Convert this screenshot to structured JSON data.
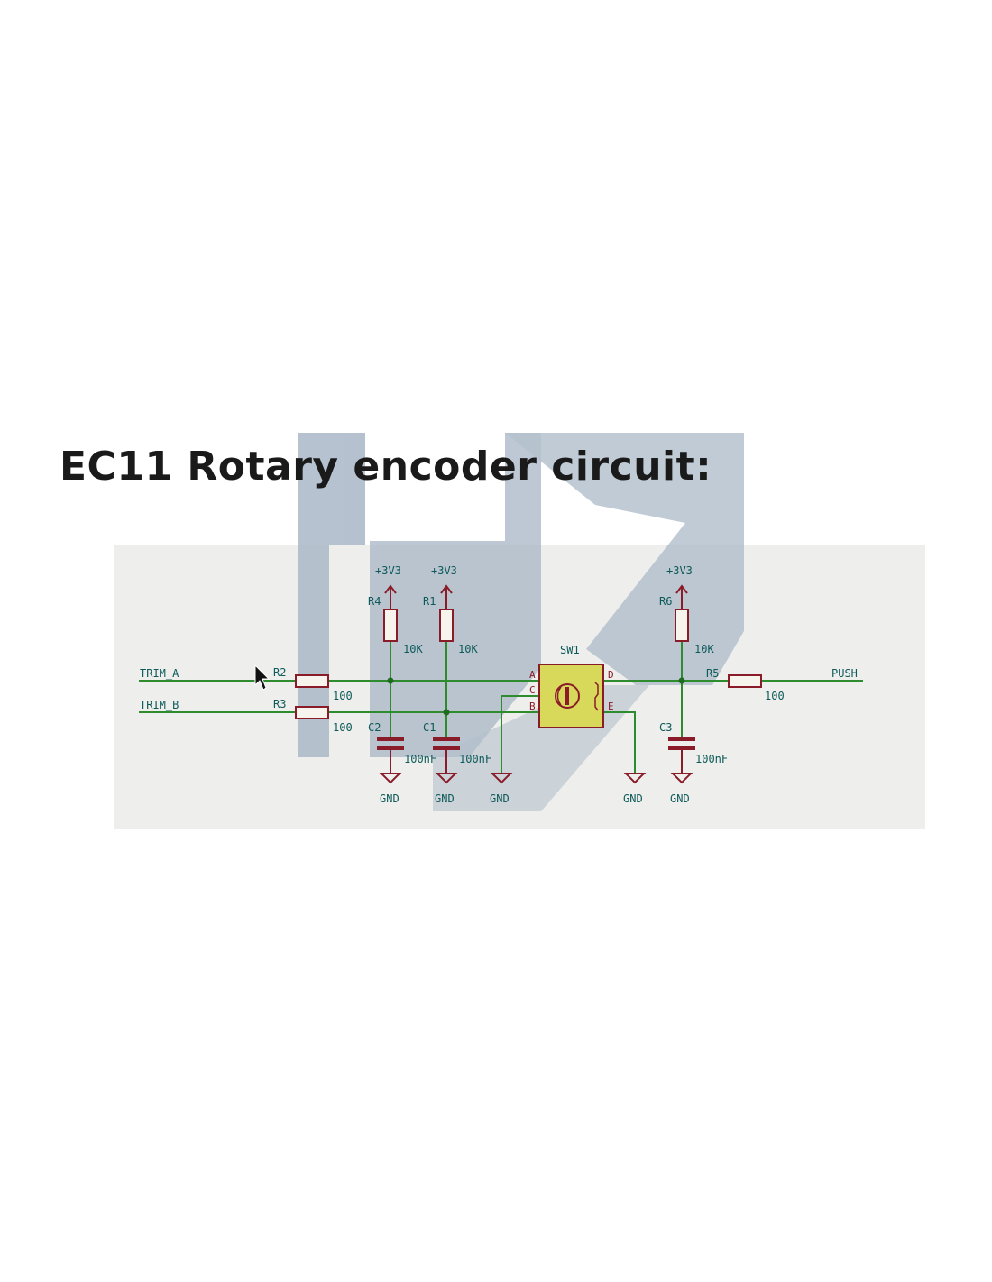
{
  "title": "EC11 Rotary encoder circuit:",
  "colors": {
    "wire": "#2e8b2e",
    "component": "#8a1c2a",
    "label": "#0e5a5a",
    "encoder_body": "#d8d85a",
    "watermark": "#a9b7c7"
  },
  "nets": {
    "trim_a": "TRIM_A",
    "trim_b": "TRIM_B",
    "push": "PUSH",
    "vcc": "+3V3",
    "gnd": "GND"
  },
  "components": {
    "r2": {
      "ref": "R2",
      "value": "100"
    },
    "r3": {
      "ref": "R3",
      "value": "100"
    },
    "r4": {
      "ref": "R4",
      "value": "10K"
    },
    "r1": {
      "ref": "R1",
      "value": "10K"
    },
    "r6": {
      "ref": "R6",
      "value": "10K"
    },
    "r5": {
      "ref": "R5",
      "value": "100"
    },
    "c2": {
      "ref": "C2",
      "value": "100nF"
    },
    "c1": {
      "ref": "C1",
      "value": "100nF"
    },
    "c3": {
      "ref": "C3",
      "value": "100nF"
    },
    "sw1": {
      "ref": "SW1",
      "pins": {
        "a": "A",
        "b": "B",
        "c": "C",
        "d": "D",
        "e": "E"
      }
    }
  }
}
